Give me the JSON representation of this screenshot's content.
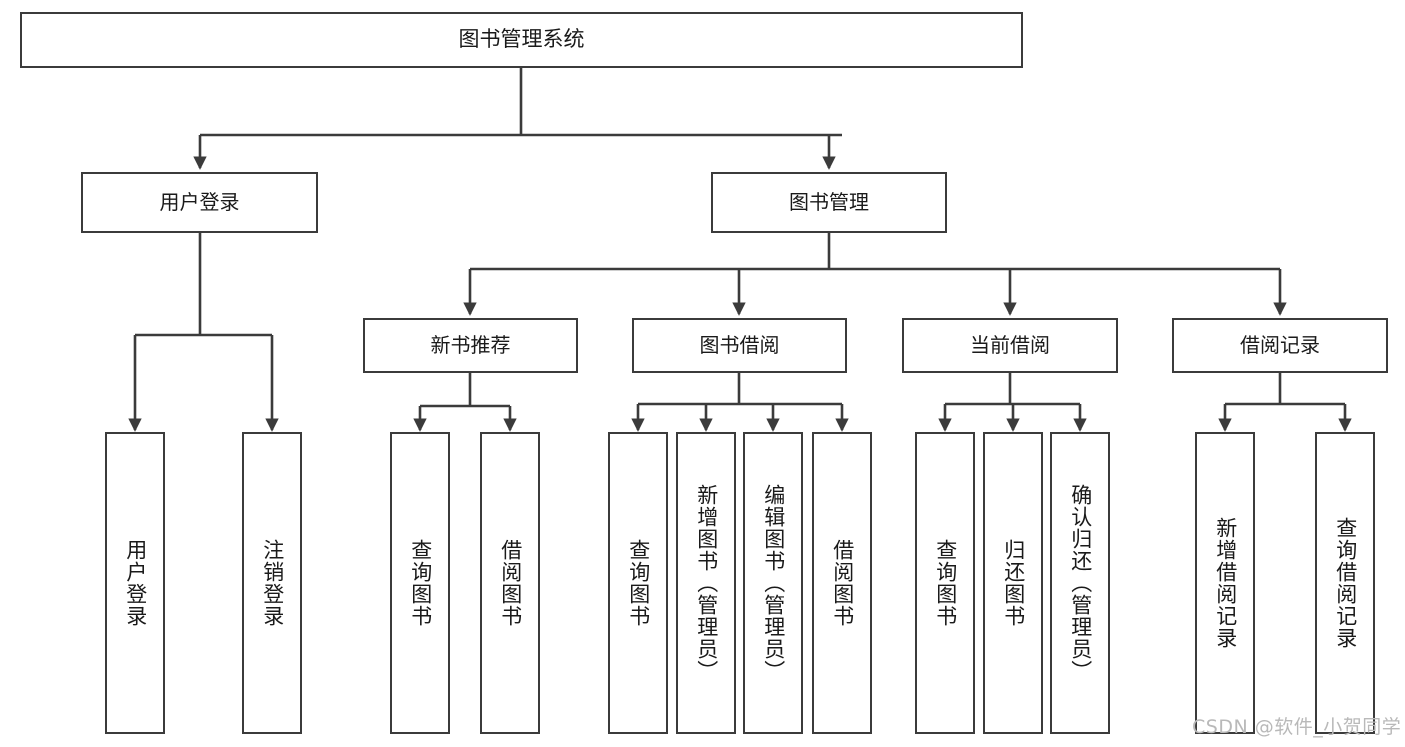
{
  "diagram": {
    "title": "图书管理系统",
    "type": "functional-decomposition-tree",
    "colors": {
      "background": "#ffffff",
      "stroke": "#3b3b3b",
      "text": "#1a1a1a",
      "watermark": "#b9b9b9"
    },
    "root": {
      "id": "root",
      "label": "图书管理系统"
    },
    "level1": [
      {
        "id": "user-login",
        "label": "用户登录"
      },
      {
        "id": "book-manage",
        "label": "图书管理"
      }
    ],
    "level2": [
      {
        "id": "new-book-recommend",
        "label": "新书推荐",
        "parent": "book-manage"
      },
      {
        "id": "book-borrow",
        "label": "图书借阅",
        "parent": "book-manage"
      },
      {
        "id": "current-borrow",
        "label": "当前借阅",
        "parent": "book-manage"
      },
      {
        "id": "borrow-record",
        "label": "借阅记录",
        "parent": "book-manage"
      }
    ],
    "leaves": [
      {
        "id": "leaf-user-login",
        "label": "用户登录",
        "parent": "user-login"
      },
      {
        "id": "leaf-user-logout",
        "label": "注销登录",
        "parent": "user-login"
      },
      {
        "id": "leaf-query-book-1",
        "label": "查询图书",
        "parent": "new-book-recommend"
      },
      {
        "id": "leaf-borrow-book-1",
        "label": "借阅图书",
        "parent": "new-book-recommend"
      },
      {
        "id": "leaf-query-book-2",
        "label": "查询图书",
        "parent": "book-borrow"
      },
      {
        "id": "leaf-add-book",
        "label": "新增图书（管理员）",
        "parent": "book-borrow"
      },
      {
        "id": "leaf-edit-book",
        "label": "编辑图书（管理员）",
        "parent": "book-borrow"
      },
      {
        "id": "leaf-borrow-book-2",
        "label": "借阅图书",
        "parent": "book-borrow"
      },
      {
        "id": "leaf-query-book-3",
        "label": "查询图书",
        "parent": "current-borrow"
      },
      {
        "id": "leaf-return-book",
        "label": "归还图书",
        "parent": "current-borrow"
      },
      {
        "id": "leaf-confirm-return",
        "label": "确认归还（管理员）",
        "parent": "current-borrow"
      },
      {
        "id": "leaf-add-record",
        "label": "新增借阅记录",
        "parent": "borrow-record"
      },
      {
        "id": "leaf-query-record",
        "label": "查询借阅记录",
        "parent": "borrow-record"
      }
    ],
    "watermark": "CSDN @软件_小贺同学"
  }
}
